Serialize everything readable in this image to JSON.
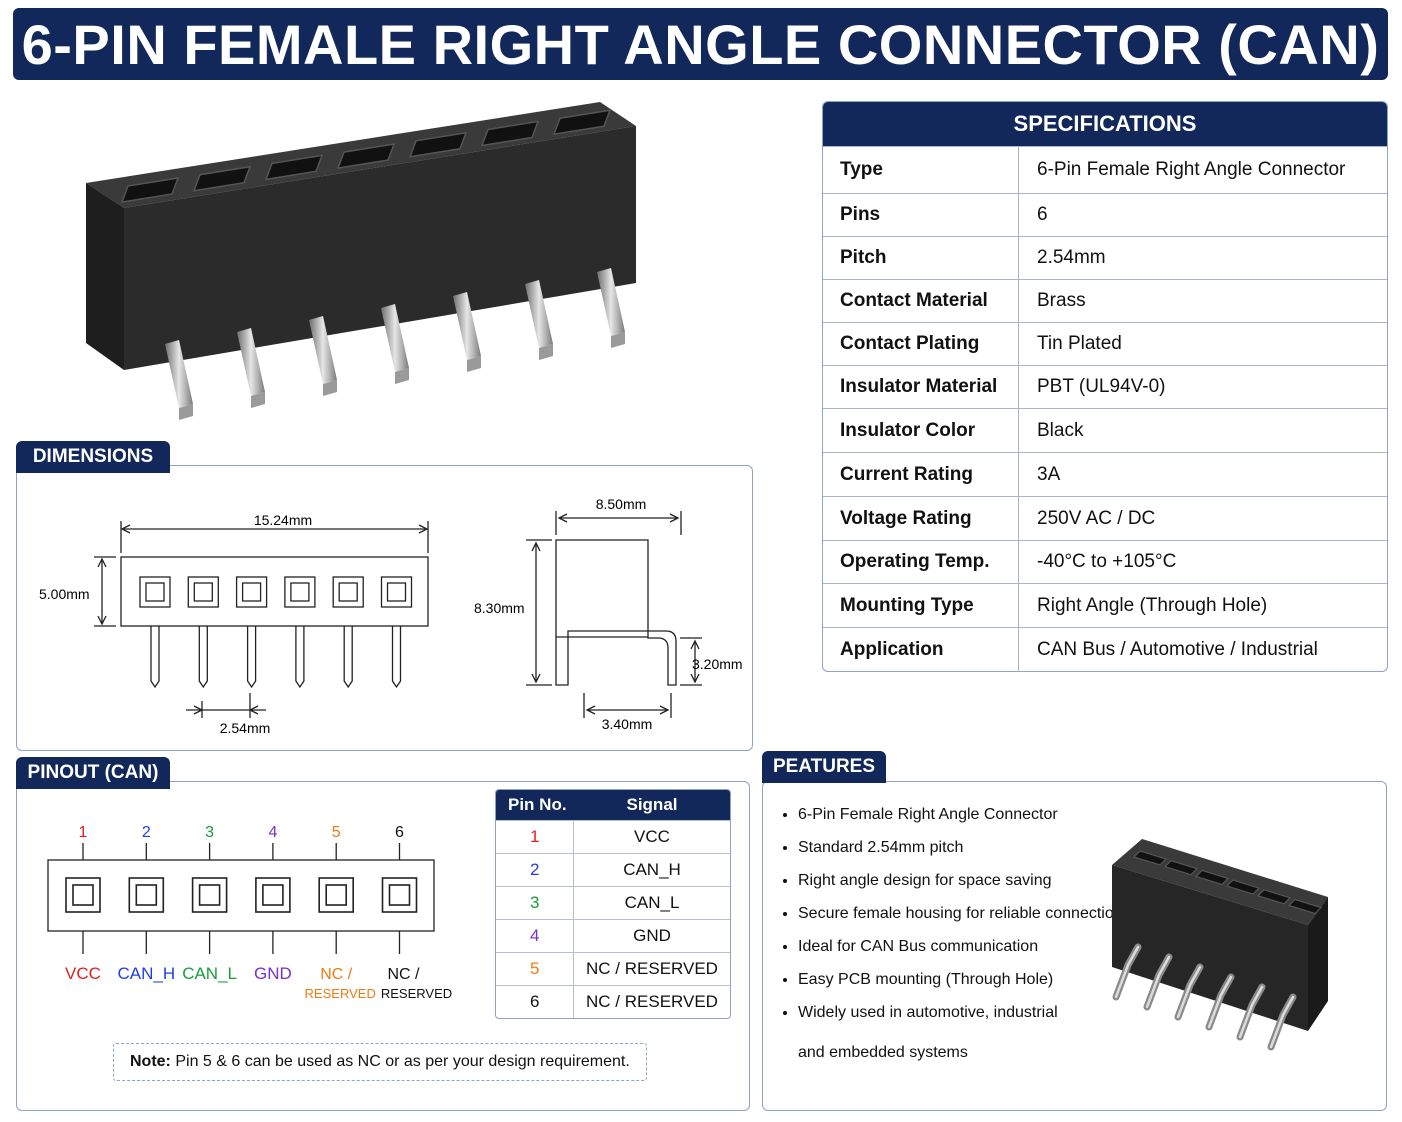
{
  "title": "6-PIN FEMALE RIGHT ANGLE CONNECTOR (CAN)",
  "specs": {
    "header": "SPECIFICATIONS",
    "rows": [
      {
        "k": "Type",
        "v": "6-Pin Female Right Angle Connector"
      },
      {
        "k": "Pins",
        "v": "6"
      },
      {
        "k": "Pitch",
        "v": "2.54mm"
      },
      {
        "k": "Contact Material",
        "v": "Brass"
      },
      {
        "k": "Contact Plating",
        "v": "Tin Plated"
      },
      {
        "k": "Insulator Material",
        "v": "PBT (UL94V-0)"
      },
      {
        "k": "Insulator Color",
        "v": "Black"
      },
      {
        "k": "Current Rating",
        "v": "3A"
      },
      {
        "k": "Voltage Rating",
        "v": "250V AC / DC"
      },
      {
        "k": "Operating Temp.",
        "v": "-40°C to +105°C"
      },
      {
        "k": "Mounting Type",
        "v": "Right Angle (Through Hole)"
      },
      {
        "k": "Application",
        "v": "CAN Bus / Automotive / Industrial"
      }
    ]
  },
  "dimensions": {
    "tab": "DIMENSIONS",
    "width": "15.24mm",
    "height": "5.00mm",
    "pitch": "2.54mm",
    "side_width": "8.50mm",
    "side_height": "8.30mm",
    "pin_height": "3.20mm",
    "pin_offset": "3.40mm"
  },
  "pinout": {
    "tab": "PINOUT (CAN)",
    "pins": [
      {
        "num": "1",
        "signal": "VCC",
        "label1": "VCC",
        "label2": "",
        "color": "#e0201f"
      },
      {
        "num": "2",
        "signal": "CAN_H",
        "label1": "CAN_H",
        "label2": "",
        "color": "#1f3fe0"
      },
      {
        "num": "3",
        "signal": "CAN_L",
        "label1": "CAN_L",
        "label2": "",
        "color": "#1a9a3a"
      },
      {
        "num": "4",
        "signal": "GND",
        "label1": "GND",
        "label2": "",
        "color": "#7a2fd0"
      },
      {
        "num": "5",
        "signal": "NC / RESERVED",
        "label1": "NC /",
        "label2": "RESERVED",
        "color": "#f07a12"
      },
      {
        "num": "6",
        "signal": "NC / RESERVED",
        "label1": "NC /",
        "label2": "RESERVED",
        "color": "#111111"
      }
    ],
    "table_head": {
      "pin": "Pin No.",
      "signal": "Signal"
    },
    "note_label": "Note:",
    "note_text": " Pin 5 & 6 can be used as NC or as per your design requirement."
  },
  "features": {
    "tab": "PEATURES",
    "items": [
      "6-Pin Female Right Angle Connector",
      "Standard 2.54mm pitch",
      "Right angle design for space saving",
      "Secure female housing for reliable connection",
      "Ideal for CAN Bus communication",
      "Easy PCB mounting (Through Hole)",
      "Widely used in automotive, industrial"
    ],
    "continuation": "and embedded systems"
  }
}
